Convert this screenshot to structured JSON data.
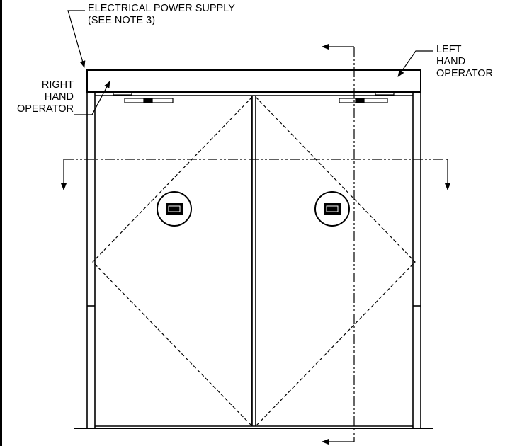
{
  "labels": {
    "power_line1": "ELECTRICAL POWER SUPPLY",
    "power_line2": "(SEE NOTE 3)",
    "right_line1": "RIGHT",
    "right_line2": "HAND",
    "right_line3": "OPERATOR",
    "left_line1": "LEFT",
    "left_line2": "HAND",
    "left_line3": "OPERATOR"
  },
  "colors": {
    "line": "#000000",
    "sensor_fill": "#000000"
  }
}
